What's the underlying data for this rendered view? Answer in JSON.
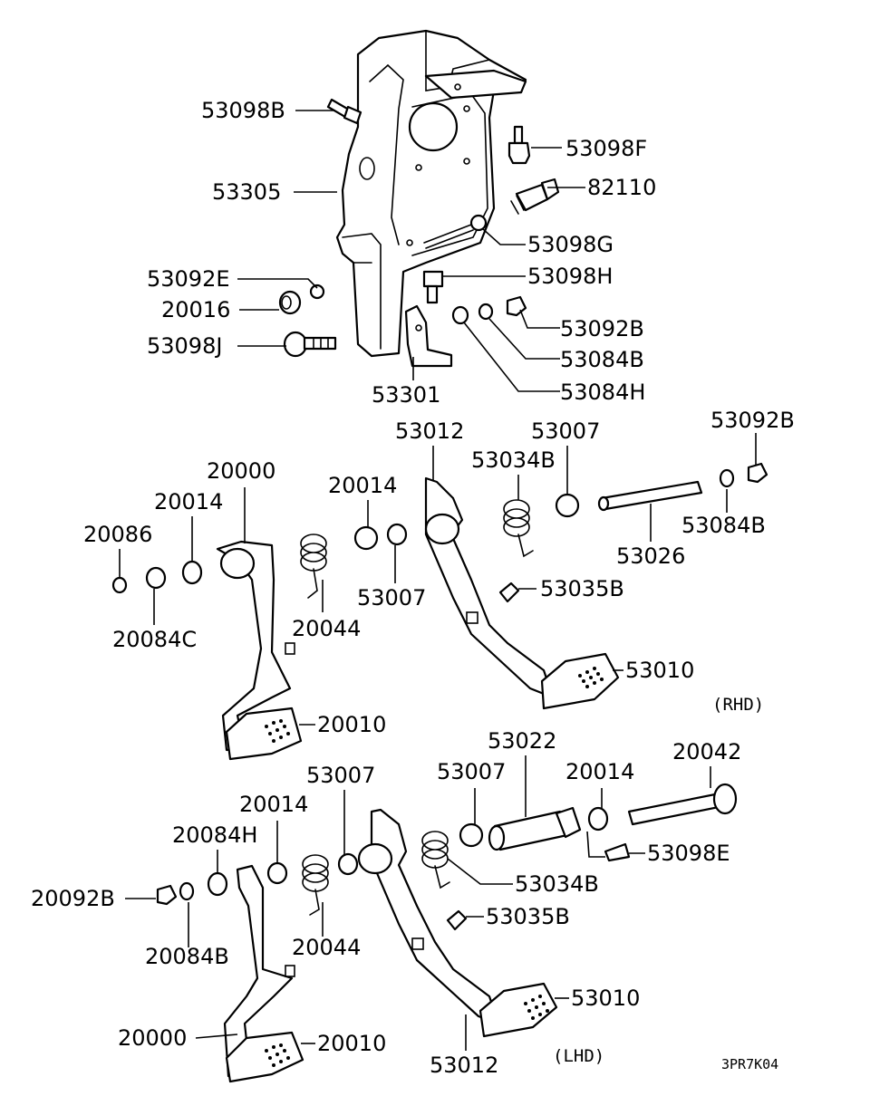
{
  "notes": {
    "rhd": "(RHD)",
    "lhd": "(LHD)",
    "diagram_code": "3PR7K04"
  },
  "labels": {
    "p53098B": "53098B",
    "p53098F": "53098F",
    "p53305": "53305",
    "p82110": "82110",
    "p53098G": "53098G",
    "p53092E": "53092E",
    "p53098H": "53098H",
    "p20016": "20016",
    "p53092B_top": "53092B",
    "p53098J": "53098J",
    "p53084B_top": "53084B",
    "p53301": "53301",
    "p53084H": "53084H",
    "p53012_rhd": "53012",
    "p53007_rhd_a": "53007",
    "p53092B_rhd": "53092B",
    "p20000_rhd": "20000",
    "p53034B_rhd": "53034B",
    "p20014_rhd_a": "20014",
    "p20014_rhd_b": "20014",
    "p20086": "20086",
    "p53084B_rhd": "53084B",
    "p53026": "53026",
    "p53007_rhd_b": "53007",
    "p53035B_rhd": "53035B",
    "p20044_rhd": "20044",
    "p20084C": "20084C",
    "p53010_rhd": "53010",
    "p20010_rhd": "20010",
    "p53022": "53022",
    "p20042": "20042",
    "p53007_lhd_a": "53007",
    "p53007_lhd_b": "53007",
    "p20014_lhd_a": "20014",
    "p20014_lhd_b": "20014",
    "p20084H": "20084H",
    "p53098E": "53098E",
    "p20092B": "20092B",
    "p53034B_lhd": "53034B",
    "p53035B_lhd": "53035B",
    "p20044_lhd": "20044",
    "p20084B": "20084B",
    "p53010_lhd": "53010",
    "p20000_lhd": "20000",
    "p20010_lhd": "20010",
    "p53012_lhd": "53012"
  }
}
